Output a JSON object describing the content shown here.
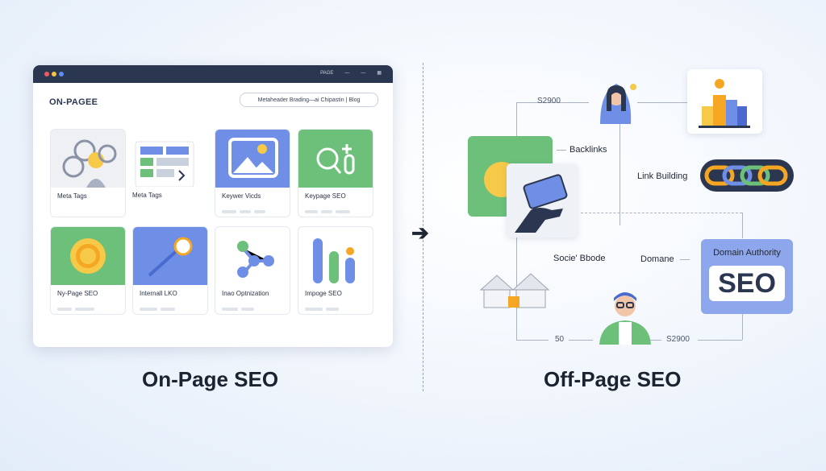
{
  "left": {
    "titlebar_text": "PAGE",
    "brand": "ON-PAGEE",
    "search_text": "Metaheader Brading—ai Chipastin | Blog",
    "cards": [
      {
        "label": "Meta Tags"
      },
      {
        "label": "Meta Tags"
      },
      {
        "label": "Keywer Vicds"
      },
      {
        "label": "Keypage SEO"
      },
      {
        "label": "Ny-Page SEO"
      },
      {
        "label": "Internall LKO"
      },
      {
        "label": "Inao Optnization"
      },
      {
        "label": "Impoge SEO"
      }
    ],
    "title": "On-Page SEO"
  },
  "right": {
    "title": "Off-Page SEO",
    "labels": {
      "backlinks": "Backlinks",
      "link_building": "Link Building",
      "social_boost": "Socie' Bbode",
      "domane": "Domane",
      "domain_authority": "Domain Authority",
      "seo_badge": "SEO"
    },
    "numbers": {
      "top_left": "S2900",
      "bottom_left": "50",
      "bottom_right": "S2900"
    }
  },
  "colors": {
    "navy": "#2b3750",
    "green": "#6cc07a",
    "blue": "#6f8fe6",
    "orange": "#f5a623",
    "yellow": "#f7c948"
  }
}
